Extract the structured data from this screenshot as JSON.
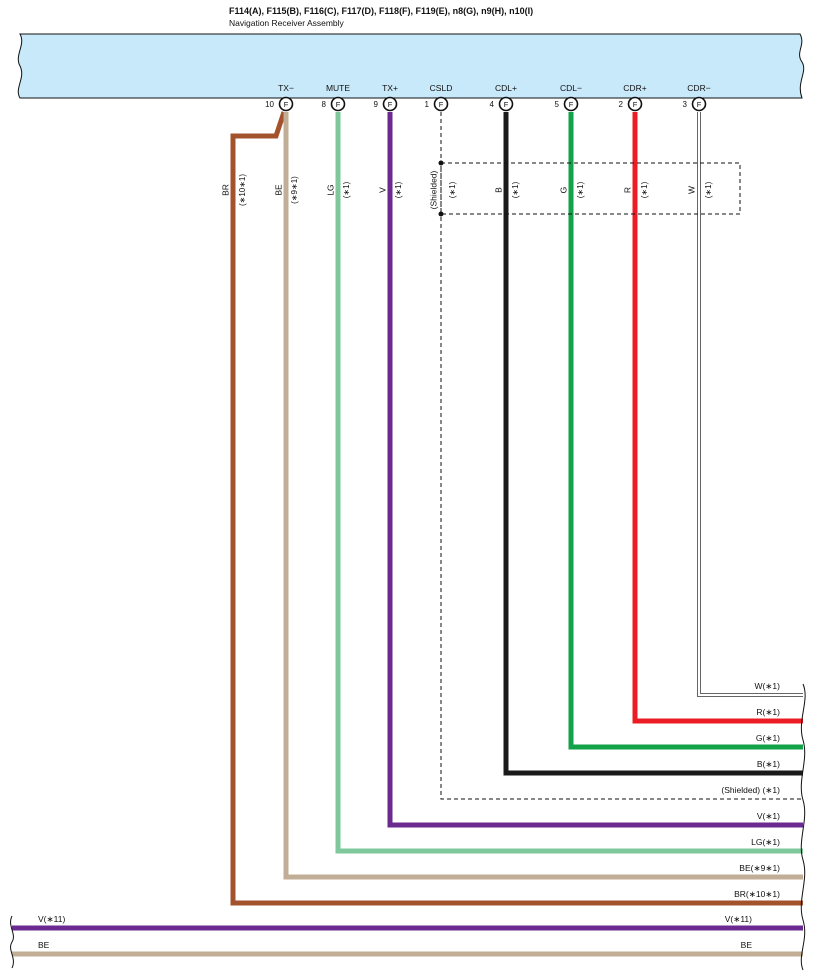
{
  "header": {
    "connectors": "F114(A), F115(B), F116(C), F117(D), F118(F), F119(E), n8(G), n9(H), n10(I)",
    "component": "Navigation Receiver Assembly"
  },
  "colors": {
    "BR": "#a3532c",
    "BE": "#c2ae96",
    "LG": "#7ec89b",
    "V": "#6a2a8f",
    "B": "#1a1a1a",
    "G": "#12a24a",
    "R": "#ec1c24",
    "W": "#ffffff",
    "component_fill": "#c8e9f9"
  },
  "pins": [
    {
      "id": "txm",
      "signal": "TX−",
      "number": "10",
      "connector": "F"
    },
    {
      "id": "mute",
      "signal": "MUTE",
      "number": "8",
      "connector": "F"
    },
    {
      "id": "txp",
      "signal": "TX+",
      "number": "9",
      "connector": "F"
    },
    {
      "id": "csld",
      "signal": "CSLD",
      "number": "1",
      "connector": "F"
    },
    {
      "id": "cdlp",
      "signal": "CDL+",
      "number": "4",
      "connector": "F"
    },
    {
      "id": "cdlm",
      "signal": "CDL−",
      "number": "5",
      "connector": "F"
    },
    {
      "id": "cdrp",
      "signal": "CDR+",
      "number": "2",
      "connector": "F"
    },
    {
      "id": "cdrm",
      "signal": "CDR−",
      "number": "3",
      "connector": "F"
    }
  ],
  "wires": [
    {
      "id": "br",
      "color": "BR",
      "vertical_label": "BR",
      "vertical_note": "(∗10∗1)",
      "end_label": "BR(∗10∗1)"
    },
    {
      "id": "be",
      "color": "BE",
      "vertical_label": "BE",
      "vertical_note": "(∗9∗1)",
      "end_label": "BE(∗9∗1)"
    },
    {
      "id": "lg",
      "color": "LG",
      "vertical_label": "LG",
      "vertical_note": "(∗1)",
      "end_label": "LG(∗1)"
    },
    {
      "id": "v",
      "color": "V",
      "vertical_label": "V",
      "vertical_note": "(∗1)",
      "end_label": "V(∗1)"
    },
    {
      "id": "shield",
      "color": "none",
      "vertical_label": "(Shielded)",
      "vertical_note": "(∗1)",
      "end_label": "(Shielded) (∗1)"
    },
    {
      "id": "b",
      "color": "B",
      "vertical_label": "B",
      "vertical_note": "(∗1)",
      "end_label": "B(∗1)"
    },
    {
      "id": "g",
      "color": "G",
      "vertical_label": "G",
      "vertical_note": "(∗1)",
      "end_label": "G(∗1)"
    },
    {
      "id": "r",
      "color": "R",
      "vertical_label": "R",
      "vertical_note": "(∗1)",
      "end_label": "R(∗1)"
    },
    {
      "id": "w",
      "color": "W",
      "vertical_label": "W",
      "vertical_note": "(∗1)",
      "end_label": "W(∗1)"
    }
  ],
  "bottom_wires": [
    {
      "id": "v11",
      "color": "V",
      "left_label": "V(∗11)",
      "right_label": "V(∗11)"
    },
    {
      "id": "be_bottom",
      "color": "BE",
      "left_label": "BE",
      "right_label": "BE"
    }
  ]
}
